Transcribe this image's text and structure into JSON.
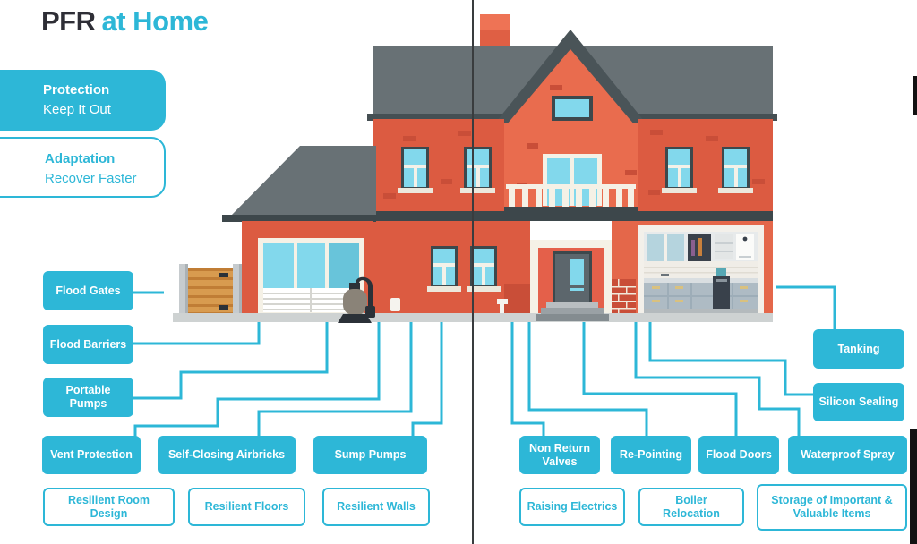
{
  "title": {
    "brand": "PFR",
    "suffix": "at Home"
  },
  "colors": {
    "accent": "#2db7d7",
    "brand_dark": "#2e2e36"
  },
  "legend": {
    "protection": {
      "title": "Protection",
      "subtitle": "Keep It Out"
    },
    "adaptation": {
      "title": "Adaptation",
      "subtitle": "Recover Faster"
    }
  },
  "boxes": {
    "flood_gates": "Flood Gates",
    "flood_barriers": "Flood Barriers",
    "portable_pumps": "Portable Pumps",
    "vent_protection": "Vent Protection",
    "self_closing_airbricks": "Self-Closing Airbricks",
    "sump_pumps": "Sump Pumps",
    "resilient_room_design": "Resilient Room Design",
    "resilient_floors": "Resilient Floors",
    "resilient_walls": "Resilient Walls",
    "non_return_valves": "Non Return Valves",
    "re_pointing": "Re-Pointing",
    "flood_doors": "Flood Doors",
    "waterproof_spray": "Waterproof Spray",
    "raising_electrics": "Raising Electrics",
    "boiler_relocation": "Boiler Relocation",
    "storage_items": "Storage of Important & Valuable Items",
    "tanking": "Tanking",
    "silicon_sealing": "Silicon Sealing"
  }
}
